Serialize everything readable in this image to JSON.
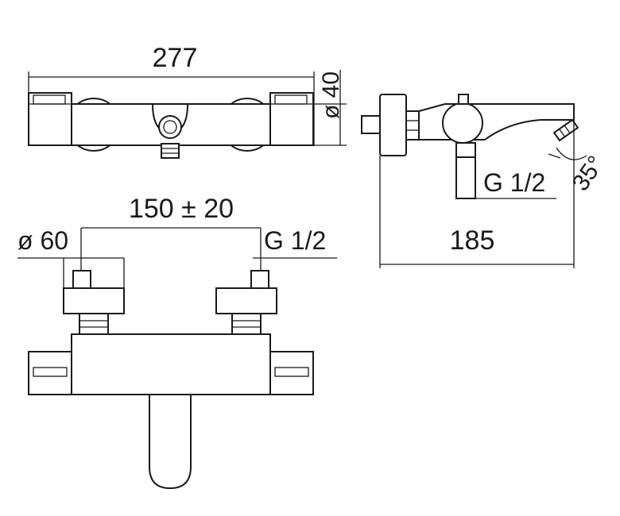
{
  "dimensions": {
    "top_width": "277",
    "top_diameter": "ø 40",
    "center_distance": "150 ± 20",
    "inlet_diameter": "ø 60",
    "inlet_thread_front": "G 1/2",
    "outlet_thread_side": "G 1/2",
    "side_depth": "185",
    "spout_angle": "35°"
  },
  "colors": {
    "line": "#1a1a1a",
    "background": "#ffffff"
  }
}
